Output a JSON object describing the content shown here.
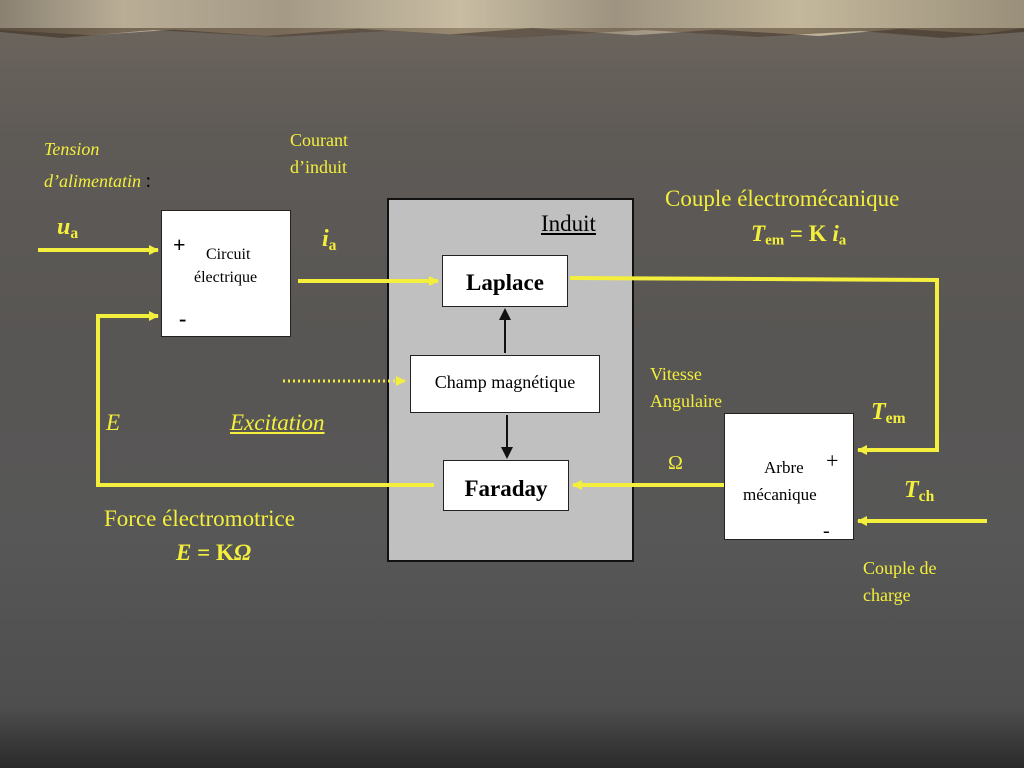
{
  "labels": {
    "tension_line1": "Tension",
    "tension_line2": "d’alimentatin",
    "tension_colon": ":",
    "courant_line1": "Courant",
    "courant_line2": "d’induit",
    "ua_var": "u",
    "ua_sub": "a",
    "ia_var": "i",
    "ia_sub": "a",
    "couple_em_title": "Couple électromécanique",
    "couple_em_eq_var": "T",
    "couple_em_eq_sub": "em",
    "couple_em_eq_mid": " = K ",
    "couple_em_eq_var2": "i",
    "couple_em_eq_sub2": "a",
    "vitesse_line1": "Vitesse",
    "vitesse_line2": "Angulaire",
    "tem_var": "T",
    "tem_sub": "em",
    "omega": "Ω",
    "tch_var": "T",
    "tch_sub": "ch",
    "couple_charge_line1": "Couple de",
    "couple_charge_line2": "charge",
    "e_label": "E",
    "excitation": "Excitation",
    "fem_title": "Force électromotrice",
    "fem_eq_var": "E",
    "fem_eq_mid": " = K",
    "fem_eq_var2": "Ω"
  },
  "blocks": {
    "circuit_plus": "+",
    "circuit_minus": "-",
    "circuit_line1": "Circuit",
    "circuit_line2": "électrique",
    "induit": "Induit",
    "laplace": "Laplace",
    "champ": "Champ magnétique",
    "faraday": "Faraday",
    "arbre_line1": "Arbre",
    "arbre_line2": "mécanique",
    "arbre_plus": "+",
    "arbre_minus": "-"
  },
  "colors": {
    "signal": "#f3ef3c",
    "block_fill": "#ffffff",
    "induit_fill": "#c0c0c0"
  }
}
